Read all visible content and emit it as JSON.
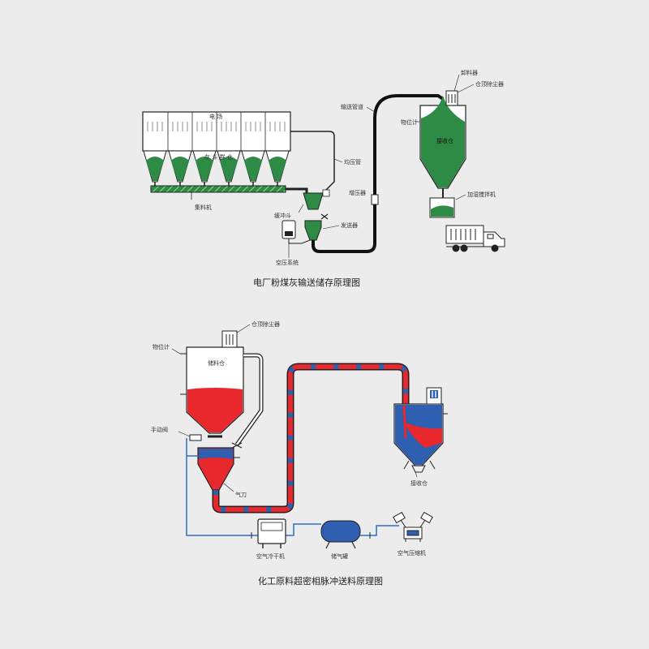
{
  "top_diagram": {
    "caption": "电厂粉煤灰输送储存原理图",
    "silo_top_label": "电  场",
    "silo_group_label": "灰 斗 群 仓",
    "labels": {
      "conveyor": "集料机",
      "buffer_hopper": "缓冲斗",
      "equalizing_pipe": "均压管",
      "air_system": "空压系统",
      "sender": "发送器",
      "transport_pipe": "输送管道",
      "booster": "增压器",
      "level_meter": "物位计",
      "receiver_silo": "接收仓",
      "unloader": "卸料器",
      "top_dust_collector": "仓顶除尘器",
      "humidifier_mixer": "加湿搅拌机"
    }
  },
  "bottom_diagram": {
    "caption": "化工原料超密相脉冲送料原理图",
    "labels": {
      "top_dust_collector": "仓顶除尘器",
      "level_meter": "物位计",
      "storage_silo": "储料仓",
      "manual_valve": "手动阀",
      "air_knife": "气刀",
      "receiver_silo": "接收仓",
      "air_dryer": "空气冷干机",
      "air_tank": "储气罐",
      "air_compressor": "空气压缩机"
    }
  },
  "colors": {
    "ash_green": "#2e8b45",
    "material_red": "#e8282d",
    "material_blue": "#2f5fb0",
    "pipe_blue": "#2f6fc8",
    "line_dark": "#222222",
    "background": "#ececec"
  }
}
